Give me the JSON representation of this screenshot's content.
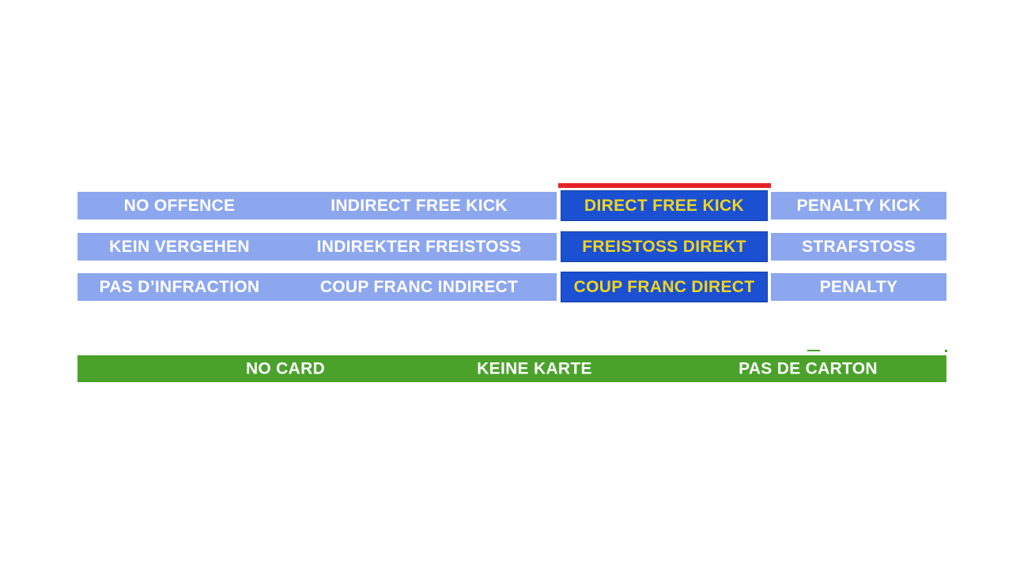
{
  "colors": {
    "light_blue": "#8da7ef",
    "dark_blue": "#1c50d2",
    "dark_blue_border": "#173e9e",
    "yellow": "#efd51f",
    "white_text": "#ffffff",
    "red": "#e62129",
    "green": "#4aa22b",
    "page_bg": "#ffffff"
  },
  "answer_grid": {
    "selected_option": "direct-free-kick",
    "selected_column_index": 2,
    "rows": [
      {
        "language": "english",
        "cells": [
          "NO OFFENCE",
          "INDIRECT FREE KICK",
          "DIRECT FREE KICK",
          "PENALTY KICK"
        ]
      },
      {
        "language": "german",
        "cells": [
          "KEIN VERGEHEN",
          "INDIREKTER FREISTOSS",
          "FREISTOSS DIREKT",
          "STRAFSTOSS"
        ]
      },
      {
        "language": "french",
        "cells": [
          "PAS D’INFRACTION",
          "COUP FRANC INDIRECT",
          "COUP FRANC DIRECT",
          "PENALTY"
        ]
      }
    ]
  },
  "card_bar": {
    "labels": [
      "NO CARD",
      "KEINE KARTE",
      "PAS DE CARTON"
    ]
  }
}
